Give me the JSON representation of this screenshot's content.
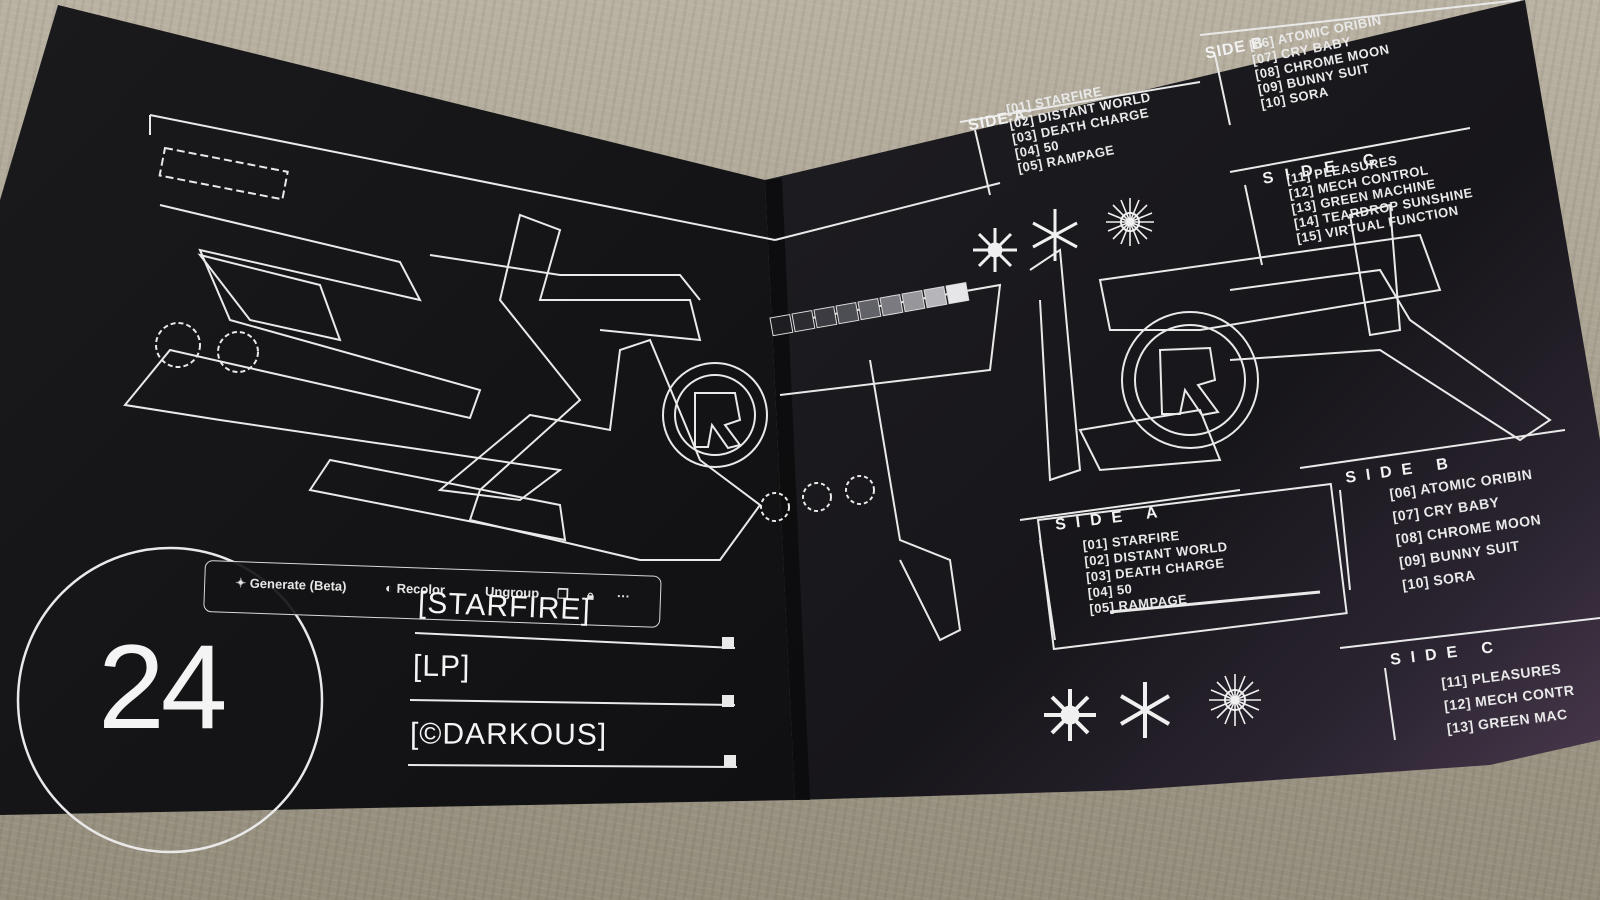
{
  "album": {
    "number": "24",
    "info_labels": [
      "[STARFIRE]",
      "[LP]",
      "[©DARKOUS]"
    ]
  },
  "toolbar": {
    "generate_label": "Generate (Beta)",
    "recolor_label": "Recolor",
    "ungroup_label": "Ungroup",
    "more_label": "···"
  },
  "sides": {
    "a": {
      "label": "SIDE",
      "letter": "A",
      "tracks": [
        "[01] STARFIRE",
        "[02] DISTANT WORLD",
        "[03] DEATH CHARGE",
        "[04] 50",
        "[05] RAMPAGE"
      ]
    },
    "b": {
      "label": "SIDE",
      "letter": "B",
      "tracks": [
        "[06] ATOMIC ORIBIN",
        "[07] CRY BABY",
        "[08] CHROME MOON",
        "[09] BUNNY SUIT",
        "[10] SORA"
      ]
    },
    "c": {
      "label": "SIDE",
      "letter": "C",
      "tracks": [
        "[11] PLEASURES",
        "[12] MECH CONTROL",
        "[13] GREEN MACHINE",
        "[14] TEARDROP SUNSHINE",
        "[15] VIRTUAL FUNCTION"
      ]
    },
    "c_partial": [
      "[11] PLEASURES",
      "[12] MECH CONTR",
      "[13] GREEN MAC"
    ]
  },
  "colors": {
    "sleeve": "#141416",
    "ink": "#f2f2f2",
    "couch": "#a8a190"
  }
}
